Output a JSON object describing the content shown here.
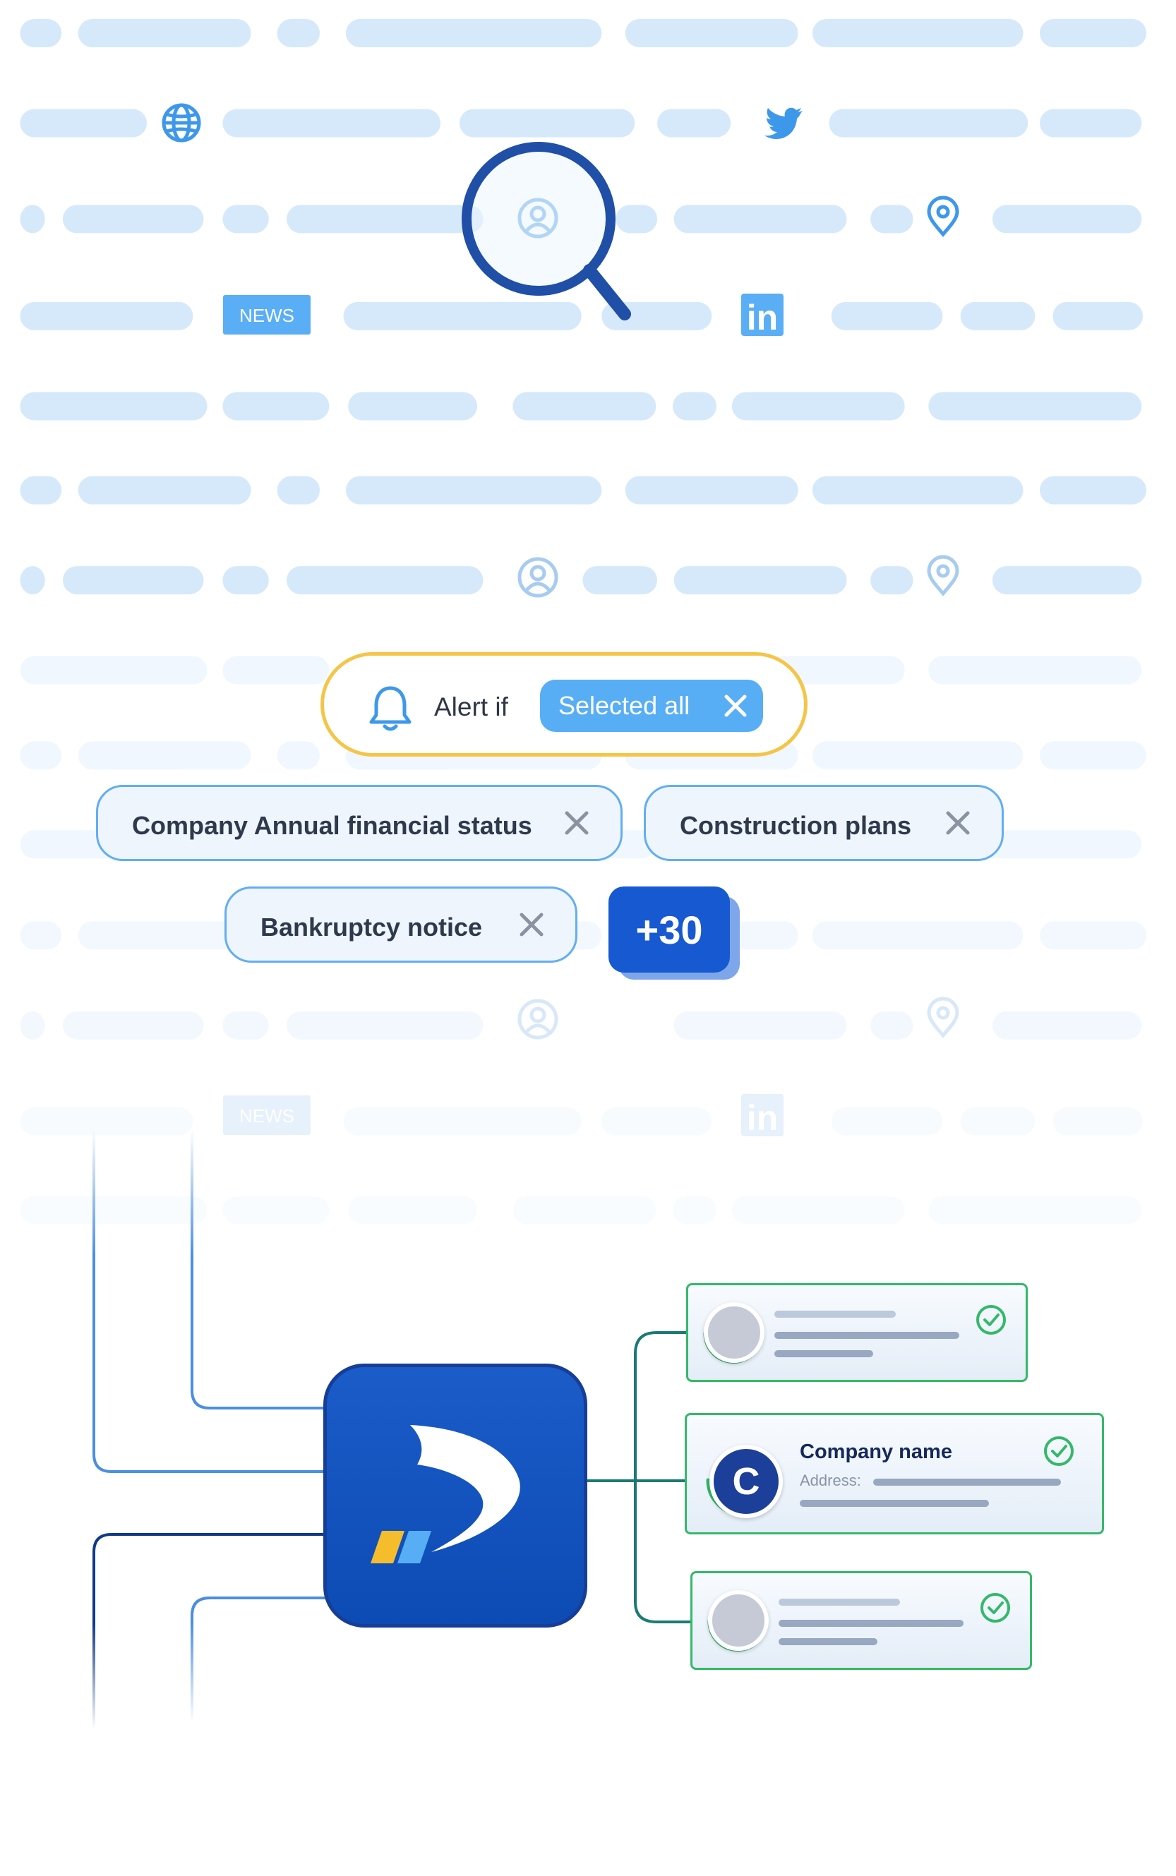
{
  "colors": {
    "placeholder": "#d6e9fb",
    "icon_blue": "#3e98ea",
    "dark_blue": "#1f4fa6",
    "alert_border": "#f4c548",
    "chip_fill": "#58aef4",
    "pill_border": "#62aef0",
    "brand_blue": "#1759d0",
    "card_border": "#35b86b",
    "flow_dark": "#0e3b86",
    "flow_light": "#4c8ee0",
    "flow_teal": "#1b7a74"
  },
  "icons": [
    "globe-icon",
    "twitter-icon",
    "user-circle-icon",
    "location-pin-icon",
    "linkedin-icon",
    "magnifier-icon",
    "bell-icon",
    "close-icon",
    "check-circle-icon",
    "dashdoc-logo-icon"
  ],
  "background": {
    "news_badge": "NEWS",
    "linkedin_badge": "in"
  },
  "alert": {
    "label": "Alert if",
    "chip_label": "Selected all"
  },
  "filters": [
    {
      "label": "Company Annual financial status"
    },
    {
      "label": "Construction plans"
    },
    {
      "label": "Bankruptcy notice"
    }
  ],
  "more_count": "+30",
  "company_card": {
    "avatar_letter": "C",
    "title": "Company name",
    "address_label": "Address:"
  }
}
